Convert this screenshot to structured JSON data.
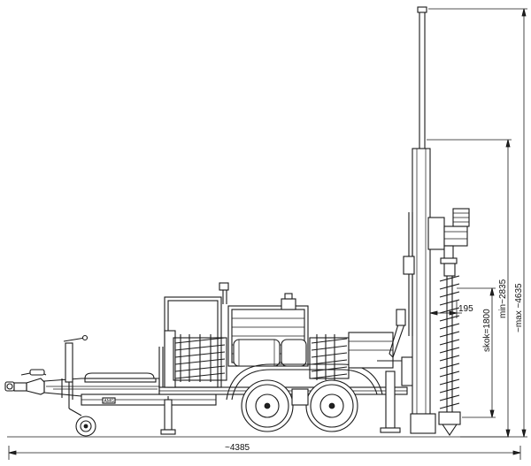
{
  "dimensions": {
    "overall_length": "~4385",
    "max_height": "~max ~4635",
    "min_height": "min~2835",
    "stroke": "skok=1800",
    "offset": "195"
  },
  "nameplate": "AMG",
  "colors": {
    "line": "#1a1a1a",
    "background": "#ffffff"
  }
}
